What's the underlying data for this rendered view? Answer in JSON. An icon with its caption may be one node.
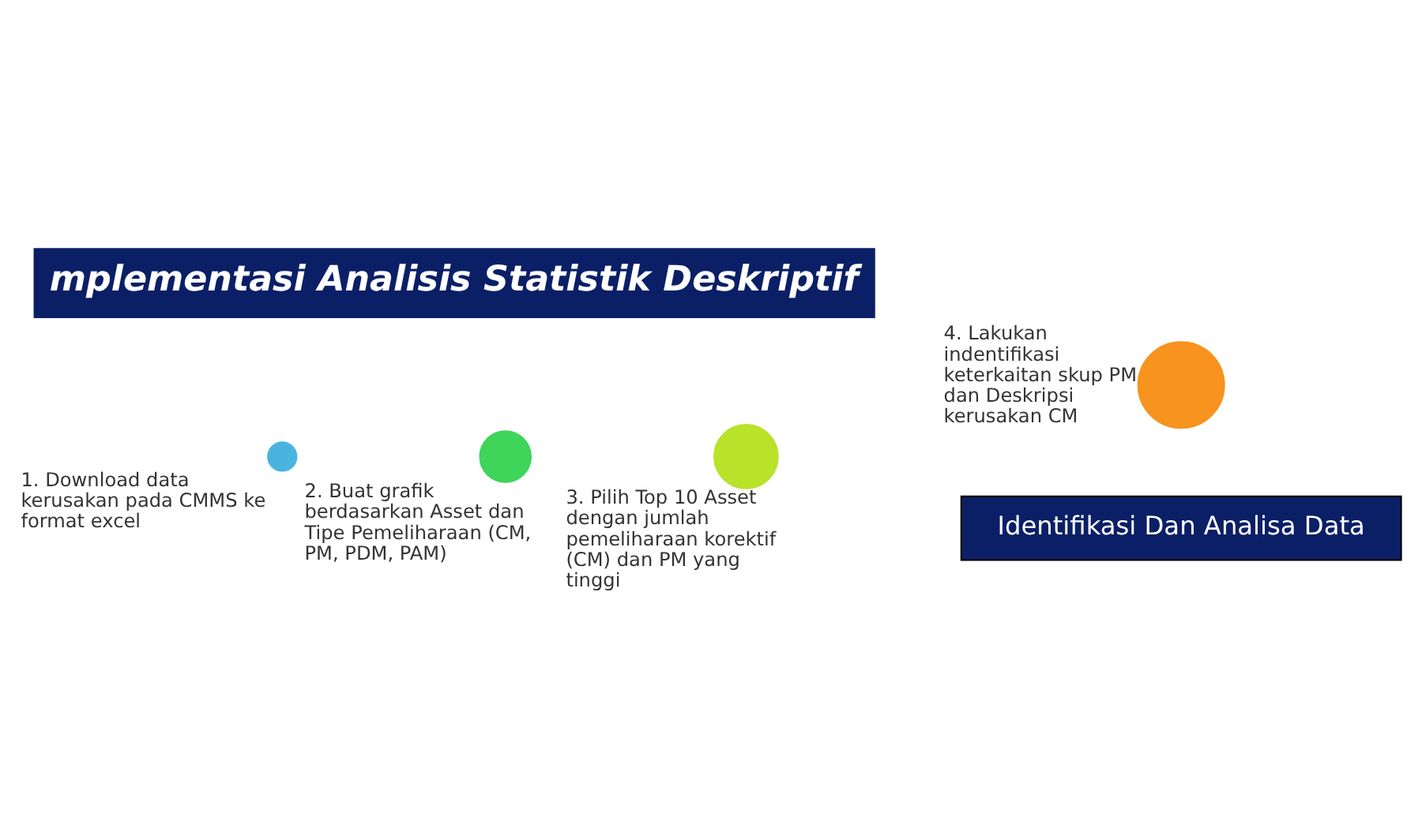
{
  "diagram": {
    "title": "mplementasi Analisis Statistik Deskriptif",
    "nodes": [
      {
        "text": [],
        "shape": "circle",
        "beside": [
          "1. Download data kerusakan pada CMMS ke format excel"
        ]
      },
      {
        "text": [],
        "shape": "circle",
        "beside": [
          "2. Buat grafik berdasarkan Asset dan Tipe Pemeliharaan (CM, PM, PDM, PAM)"
        ]
      },
      {
        "text": [],
        "shape": "circle",
        "beside": [
          "3. Pilih Top 10 Asset dengan jumlah pemeliharaan korektif (CM) dan PM yang tinggi"
        ]
      },
      {
        "text": [],
        "shape": "circle",
        "beside": [
          "4. Lakukan indentifikasi keterkaitan skup PM dan Deskripsi kerusakan CM"
        ]
      },
      {
        "text": [
          "Identifikasi Dan Analisa Data"
        ]
      }
    ]
  }
}
